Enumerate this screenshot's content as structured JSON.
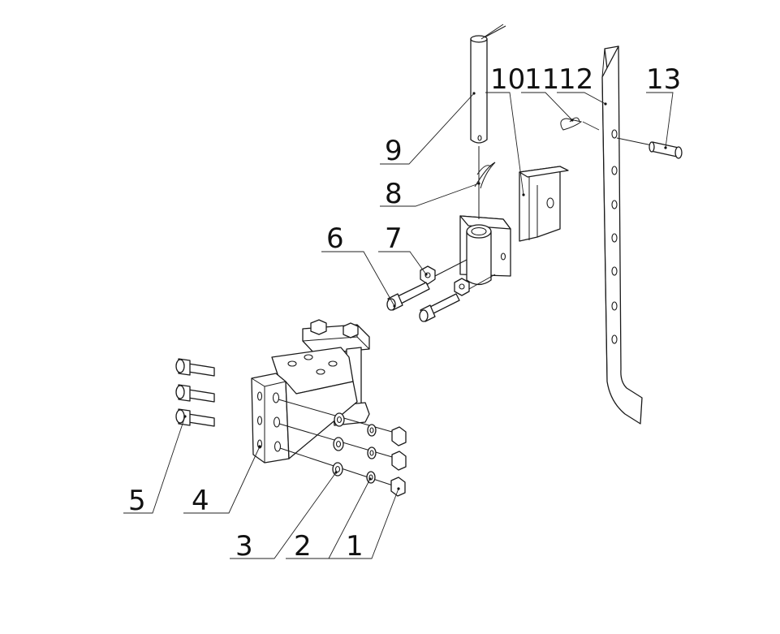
{
  "callouts": [
    {
      "id": "1",
      "text": "1"
    },
    {
      "id": "2",
      "text": "2"
    },
    {
      "id": "3",
      "text": "3"
    },
    {
      "id": "4",
      "text": "4"
    },
    {
      "id": "5",
      "text": "5"
    },
    {
      "id": "6",
      "text": "6"
    },
    {
      "id": "7",
      "text": "7"
    },
    {
      "id": "8",
      "text": "8"
    },
    {
      "id": "9",
      "text": "9"
    },
    {
      "id": "10",
      "text": "10"
    },
    {
      "id": "11",
      "text": "11"
    },
    {
      "id": "12",
      "text": "12"
    },
    {
      "id": "13",
      "text": "13"
    }
  ],
  "colors": {
    "line": "#1a1a1a",
    "background": "#ffffff"
  }
}
